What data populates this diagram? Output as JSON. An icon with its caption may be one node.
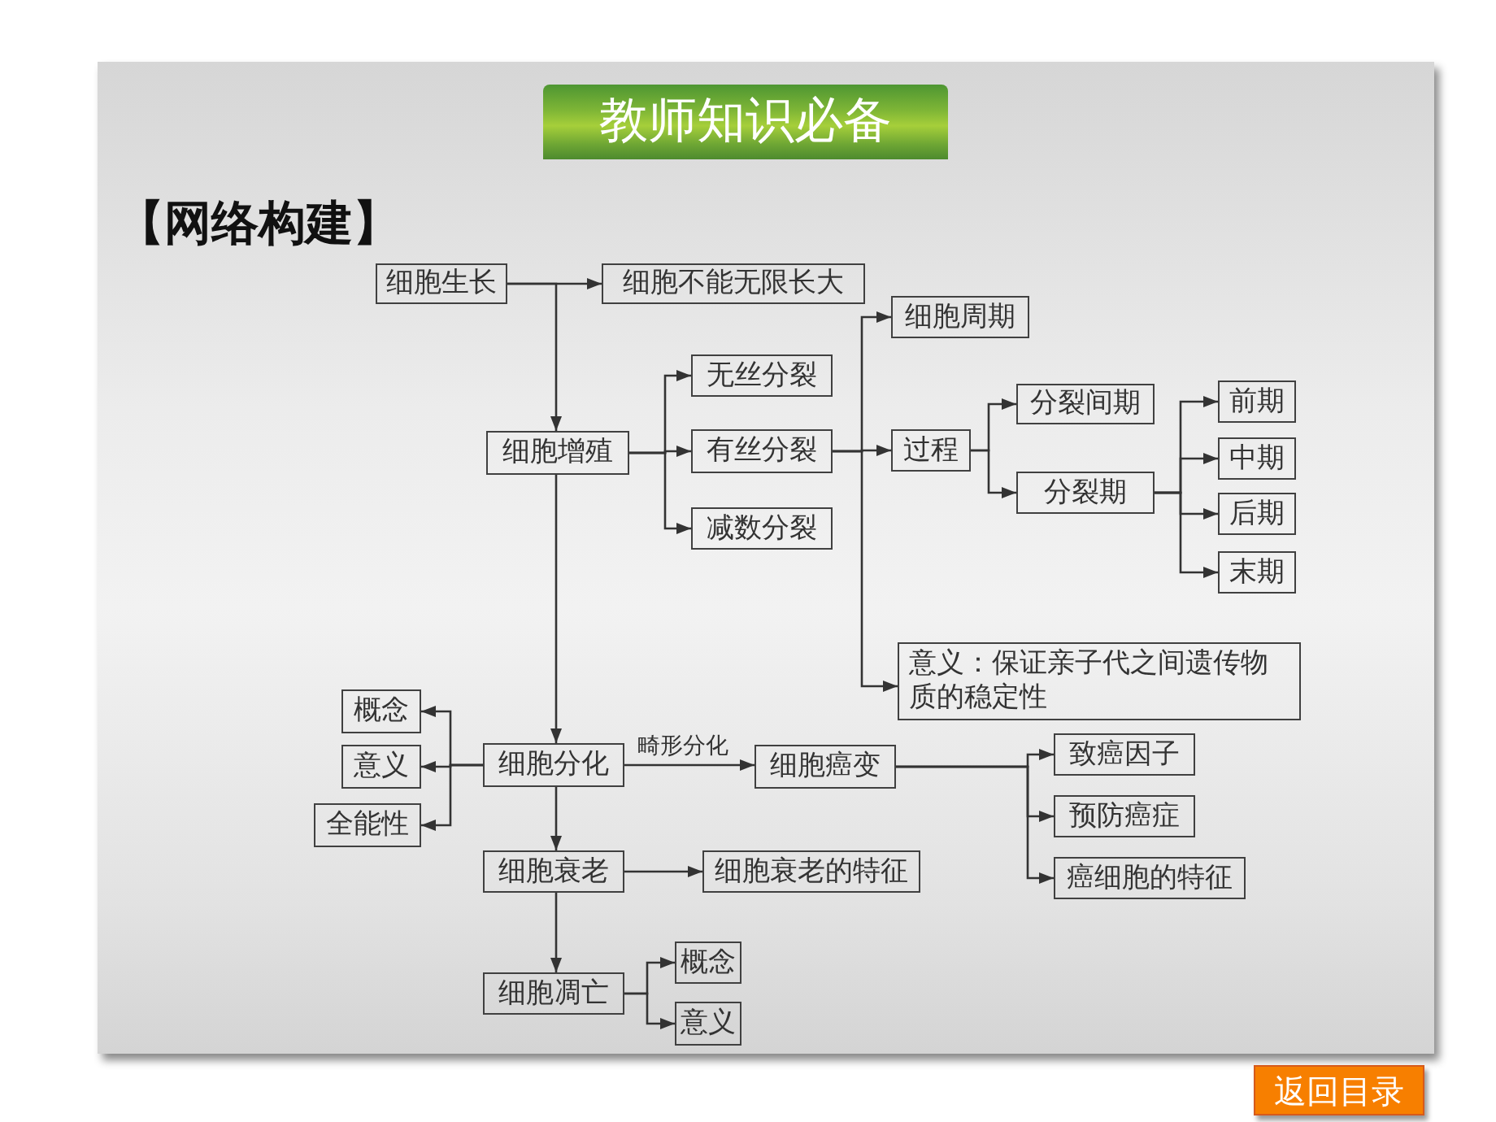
{
  "diagram": {
    "title": "教师知识必备",
    "nodes": [
      {
        "text": [
          "细胞生长"
        ]
      },
      {
        "text": [
          "细胞不能无限长大"
        ]
      },
      {
        "text": [
          "细胞增殖"
        ]
      },
      {
        "text": [
          "无丝分裂"
        ]
      },
      {
        "text": [
          "有丝分裂"
        ]
      },
      {
        "text": [
          "减数分裂"
        ]
      },
      {
        "text": [
          "细胞周期"
        ]
      },
      {
        "text": [
          "过程"
        ]
      },
      {
        "text": [
          "分裂间期"
        ]
      },
      {
        "text": [
          "分裂期"
        ]
      },
      {
        "text": [
          "前期"
        ]
      },
      {
        "text": [
          "中期"
        ]
      },
      {
        "text": [
          "后期"
        ]
      },
      {
        "text": [
          "末期"
        ]
      },
      {
        "text": [
          "意义：保证亲子代之间遗传物质的稳定性"
        ]
      },
      {
        "text": [
          "细胞分化"
        ]
      },
      {
        "text": [
          "概念"
        ]
      },
      {
        "text": [
          "意义"
        ]
      },
      {
        "text": [
          "全能性"
        ]
      },
      {
        "text": [
          "细胞癌变"
        ]
      },
      {
        "text": [
          "致癌因子"
        ]
      },
      {
        "text": [
          "预防癌症"
        ]
      },
      {
        "text": [
          "癌细胞的特征"
        ]
      },
      {
        "text": [
          "细胞衰老"
        ]
      },
      {
        "text": [
          "细胞衰老的特征"
        ]
      },
      {
        "text": [
          "细胞凋亡"
        ]
      },
      {
        "text": [
          "概念"
        ]
      },
      {
        "text": [
          "意义"
        ]
      }
    ],
    "edges": [
      {
        "from": 0,
        "to": 1,
        "arrow": "to"
      },
      {
        "from": 0,
        "to": 2,
        "arrow": "to"
      },
      {
        "from": 2,
        "to": 3,
        "arrow": "to"
      },
      {
        "from": 2,
        "to": 4,
        "arrow": "to"
      },
      {
        "from": 2,
        "to": 5,
        "arrow": "to"
      },
      {
        "from": 4,
        "to": 6,
        "arrow": "to"
      },
      {
        "from": 4,
        "to": 7,
        "arrow": "to"
      },
      {
        "from": 4,
        "to": 14,
        "arrow": "to"
      },
      {
        "from": 7,
        "to": 8,
        "arrow": "to"
      },
      {
        "from": 7,
        "to": 9,
        "arrow": "to"
      },
      {
        "from": 9,
        "to": 10,
        "arrow": "to"
      },
      {
        "from": 9,
        "to": 11,
        "arrow": "to"
      },
      {
        "from": 9,
        "to": 12,
        "arrow": "to"
      },
      {
        "from": 9,
        "to": 13,
        "arrow": "to"
      },
      {
        "from": 2,
        "to": 15,
        "arrow": "to"
      },
      {
        "from": 15,
        "to": 16,
        "arrow": "to"
      },
      {
        "from": 15,
        "to": 17,
        "arrow": "to"
      },
      {
        "from": 15,
        "to": 18,
        "arrow": "to"
      },
      {
        "from": 15,
        "to": 19,
        "arrow": "to",
        "label": "畸形分化"
      },
      {
        "from": 19,
        "to": 20,
        "arrow": "to"
      },
      {
        "from": 19,
        "to": 21,
        "arrow": "to"
      },
      {
        "from": 19,
        "to": 22,
        "arrow": "to"
      },
      {
        "from": 15,
        "to": 23,
        "arrow": "to"
      },
      {
        "from": 23,
        "to": 24,
        "arrow": "to"
      },
      {
        "from": 23,
        "to": 25,
        "arrow": "to"
      },
      {
        "from": 25,
        "to": 26,
        "arrow": "to"
      },
      {
        "from": 25,
        "to": 27,
        "arrow": "to"
      }
    ],
    "labels": [
      "【网络构建】",
      "返回目录"
    ]
  }
}
